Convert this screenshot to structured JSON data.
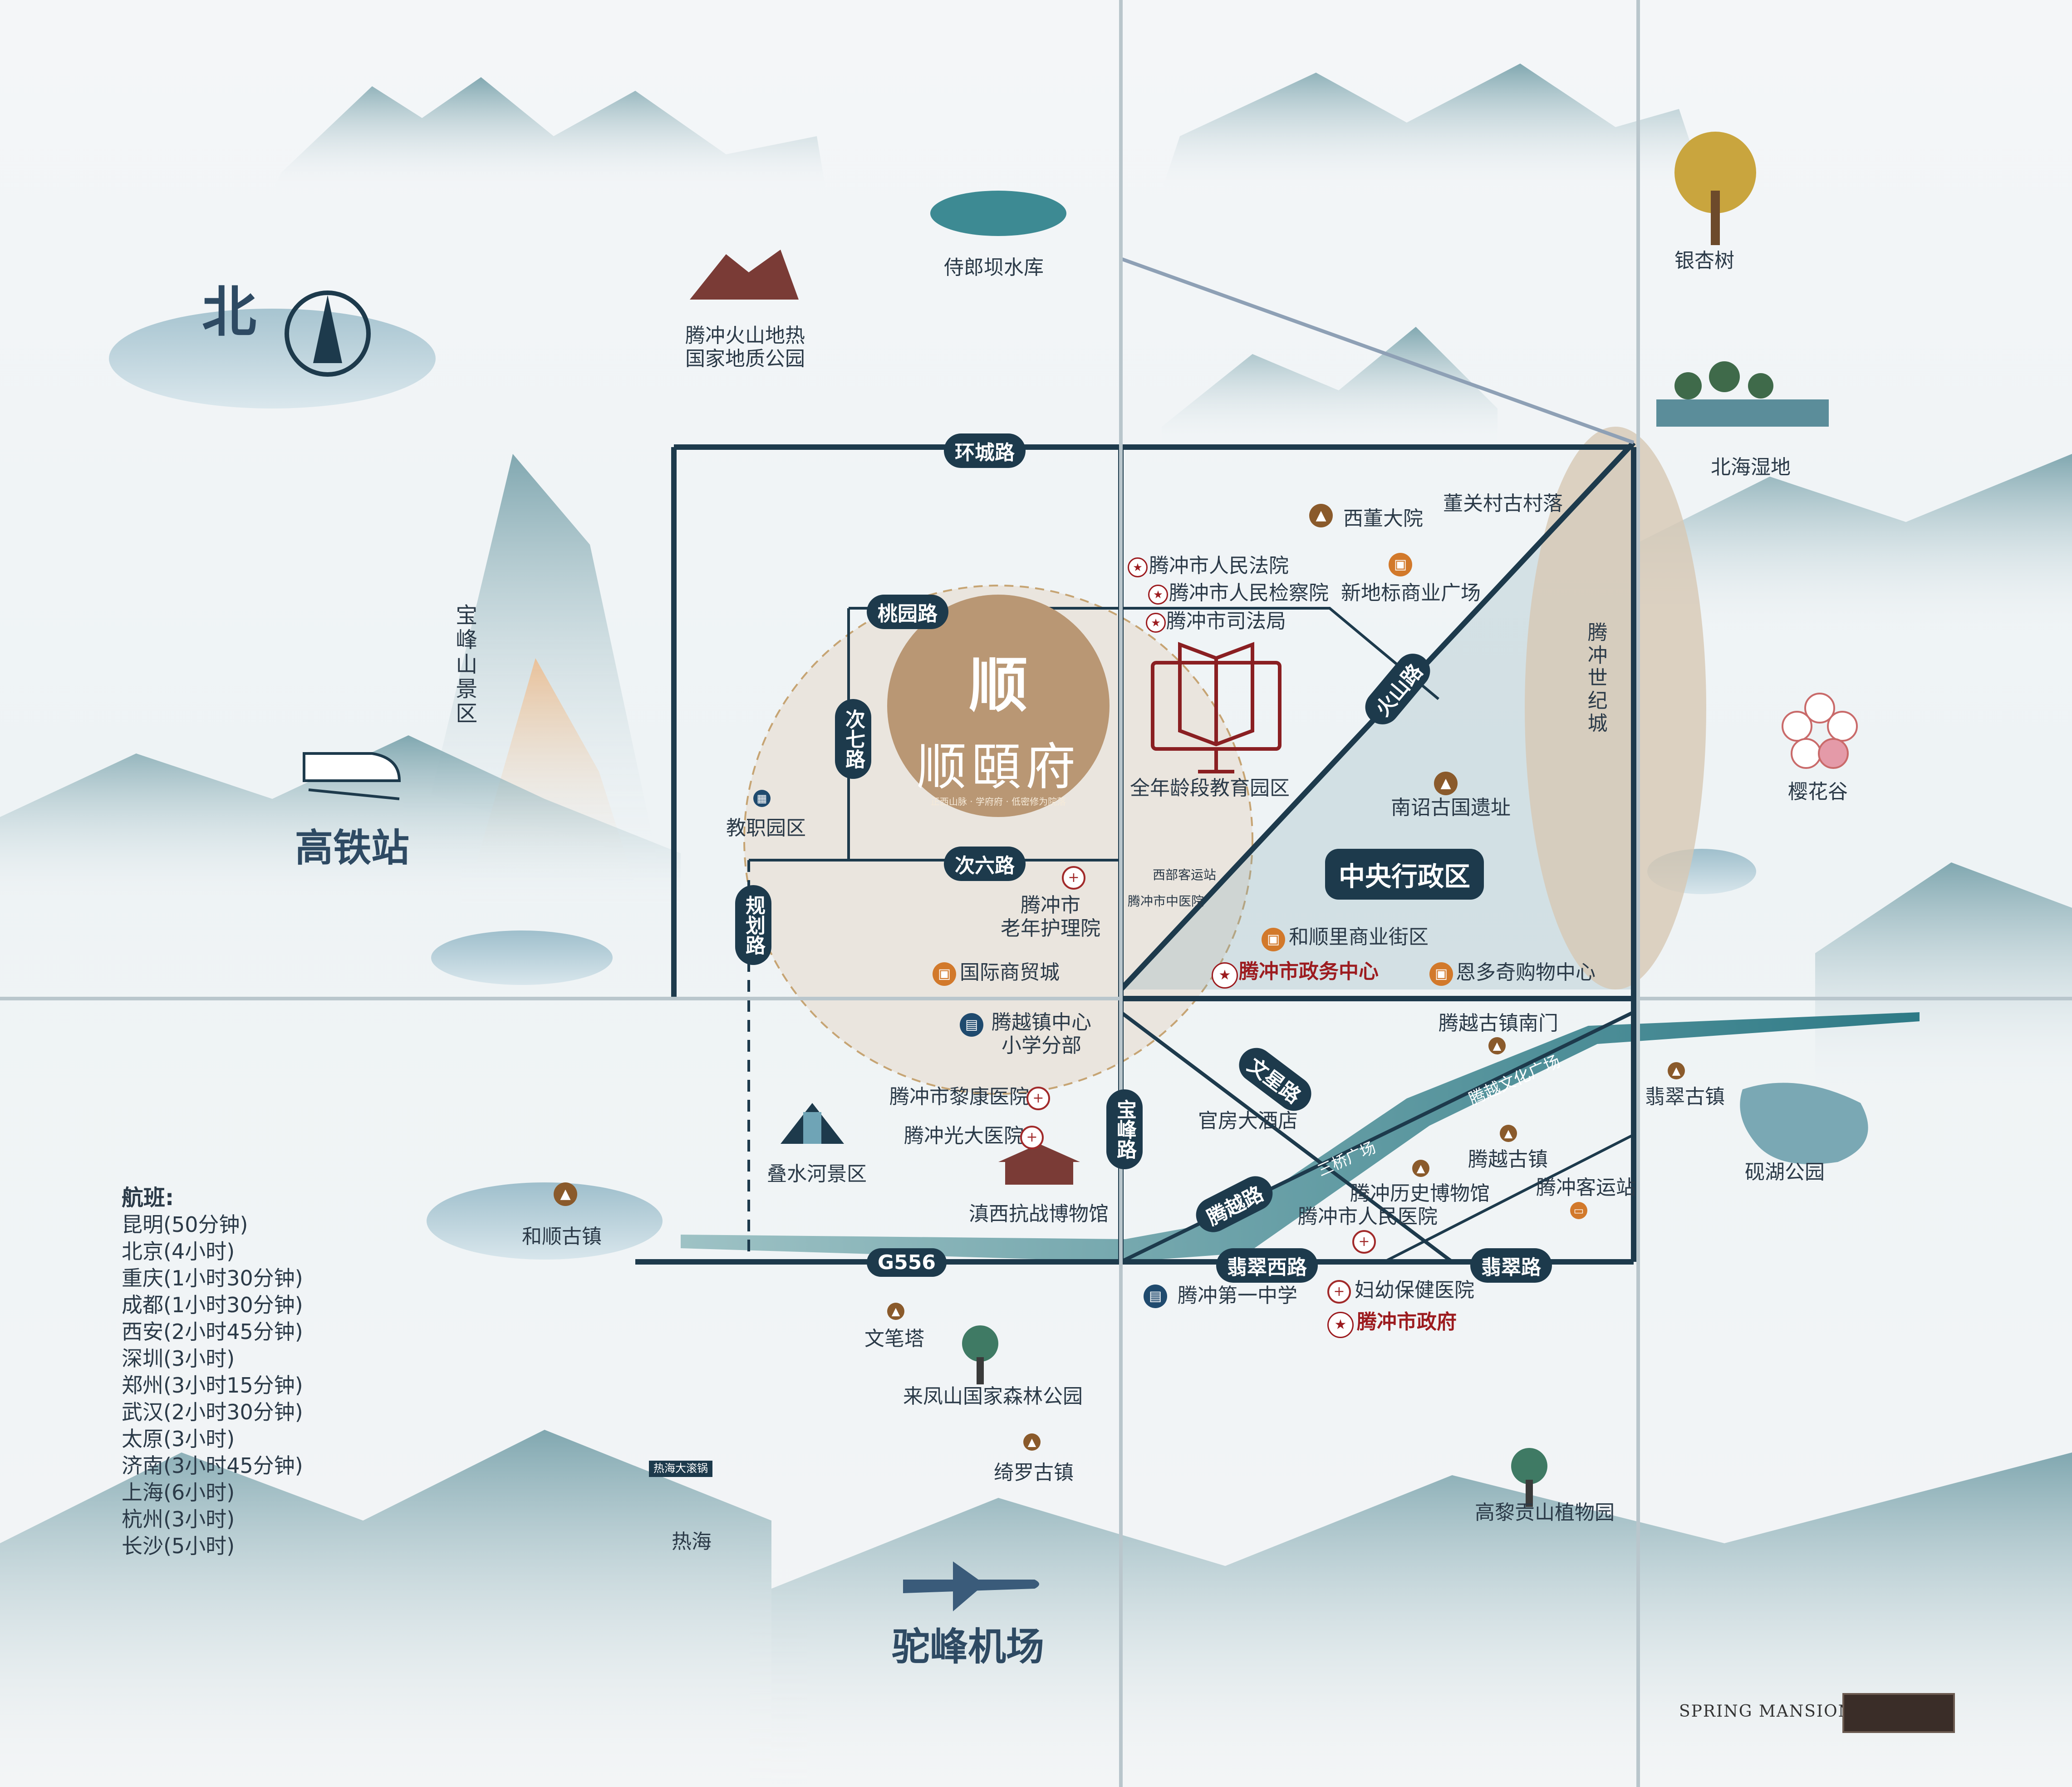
{
  "compass": {
    "label": "北"
  },
  "project": {
    "mark": "顺",
    "name": "顺頤府",
    "slogan": "正西山脉 · 学府府 · 低密修为院落"
  },
  "roads": {
    "huancheng": "环城路",
    "taoyuan": "桃园路",
    "ciqi": "次七路",
    "ciliu": "次六路",
    "guihua": "规划路",
    "baofeng": "宝峰路",
    "huoshan": "火山路",
    "wenxing": "文星路",
    "tengyue": "腾越路",
    "g556": "G556",
    "feicuixi": "翡翠西路",
    "feicui": "翡翠路"
  },
  "areas": {
    "central_admin": "中央行政区",
    "education_park": "全年龄段教育园区"
  },
  "landmarks": {
    "shilang": "侍郎坝水库",
    "volcano": "腾冲火山地热\n国家地质公园",
    "ginkgo": "银杏树",
    "beihai": "北海湿地",
    "baofengshan": "宝峰山景区",
    "gaotie": "高铁站",
    "jiaozhi": "教职园区",
    "dongguan": "董关村古村落",
    "xidong": "西董大院",
    "court": "腾冲市人民法院",
    "procuratorate": "腾冲市人民检察院",
    "justice": "腾冲市司法局",
    "xindibiao": "新地标商业广场",
    "century_city": "腾冲世纪城",
    "nanzhao": "南诏古国遗址",
    "sakura": "樱花谷",
    "west_station": "西部客运站",
    "tcm_hospital": "腾冲市中医院",
    "elderly": "腾冲市\n老年护理院",
    "hesunli": "和顺里商业街区",
    "gov_center": "腾冲市政务中心",
    "enduoqi": "恩多奇购物中心",
    "trade_city": "国际商贸城",
    "primary_school": "腾越镇中心\n小学分部",
    "tengyue_south": "腾越古镇南门",
    "culture_square": "腾越文化广场",
    "feicui_town": "翡翠古镇",
    "yanhu": "砚湖公园",
    "diefshui": "叠水河景区",
    "likang": "腾冲市黎康医院",
    "guangda": "腾冲光大医院",
    "guanfang": "官房大酒店",
    "tengyue_town": "腾越古镇",
    "sanqiao": "三桥广场",
    "history_museum": "腾冲历史博物馆",
    "bus_station": "腾冲客运站",
    "peoples_hospital": "腾冲市人民医院",
    "war_museum": "滇西抗战博物馆",
    "heshun": "和顺古镇",
    "no1_middle": "腾冲第一中学",
    "maternal": "妇幼保健医院",
    "city_gov": "腾冲市政府",
    "wenbi": "文笔塔",
    "laifeng": "来凤山国家森林公园",
    "qiluo": "绮罗古镇",
    "rehai": "热海",
    "rehai_sign": "热海大滚锅",
    "airport": "驼峰机场",
    "gaoligong": "高黎贡山植物园"
  },
  "flights": {
    "title": "航班:",
    "items": [
      "昆明(50分钟)",
      "北京(4小时)",
      "重庆(1小时30分钟)",
      "成都(1小时30分钟)",
      "西安(2小时45分钟)",
      "深圳(3小时)",
      "郑州(3小时15分钟)",
      "武汉(2小时30分钟)",
      "太原(3小时)",
      "济南(3小时45分钟)",
      "上海(6小时)",
      "杭州(3小时)",
      "长沙(5小时)"
    ]
  },
  "brand": {
    "text": "SPRING MANSION"
  },
  "colors": {
    "road": "#1d3a4c",
    "accent": "#b99774",
    "red": "#9c1b1f",
    "mountain": "#5e8c96",
    "river": "#2e7a86"
  }
}
